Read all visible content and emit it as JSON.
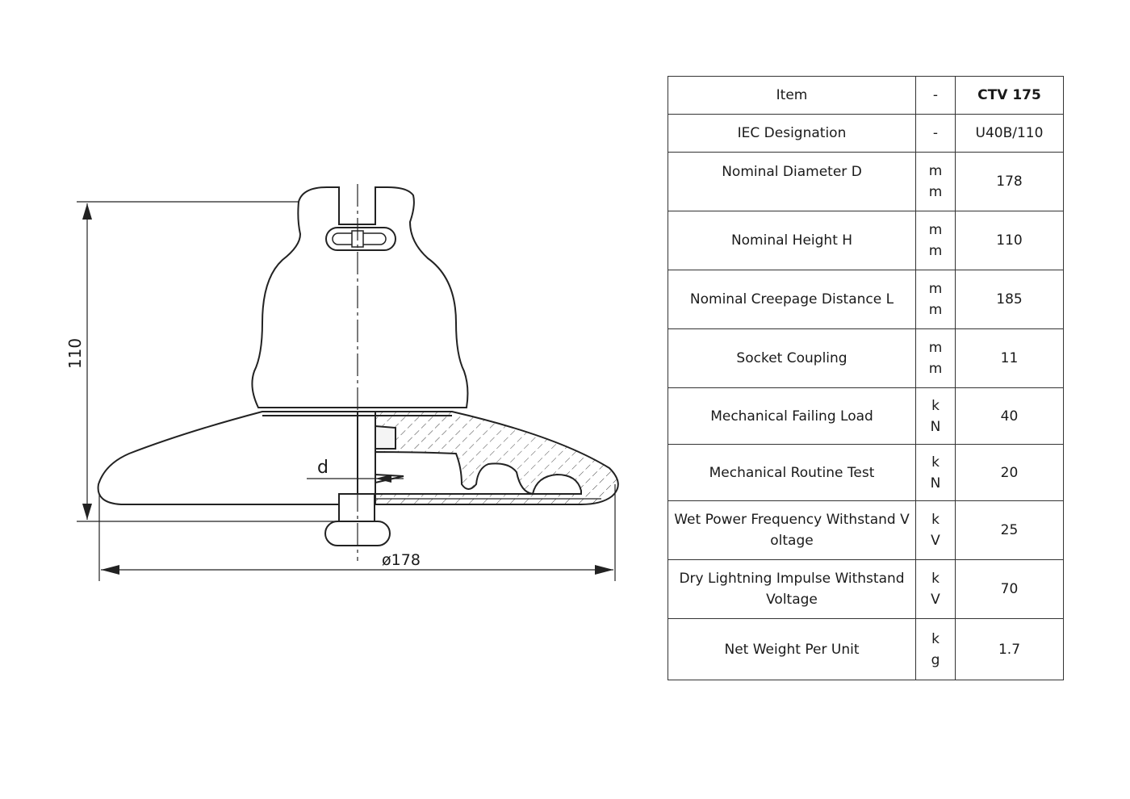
{
  "drawing": {
    "height_dim": "110",
    "diameter_dim": "ø178",
    "socket_dim": "d"
  },
  "table": {
    "rows": [
      {
        "param": "Item",
        "unit": "-",
        "value": "CTV 175"
      },
      {
        "param": "IEC Designation",
        "unit": "-",
        "value": "U40B/110"
      },
      {
        "param": "Nominal Diameter D",
        "unit": "mm",
        "value": "178"
      },
      {
        "param": "Nominal Height H",
        "unit": "mm",
        "value": "110"
      },
      {
        "param": "Nominal Creepage Distance L",
        "unit": "mm",
        "value": "185"
      },
      {
        "param": "Socket Coupling",
        "unit": "mm",
        "value": "11"
      },
      {
        "param": "Mechanical Failing Load",
        "unit": "kN",
        "value": "40"
      },
      {
        "param": "Mechanical Routine Test",
        "unit": "kN",
        "value": "20"
      },
      {
        "param": "Wet Power Frequency Withstand Voltage",
        "unit": "kV",
        "value": "25"
      },
      {
        "param": "Dry Lightning Impulse Withstand Voltage",
        "unit": "kV",
        "value": "70"
      },
      {
        "param": "Net Weight Per Unit",
        "unit": "kg",
        "value": "1.7"
      }
    ]
  }
}
